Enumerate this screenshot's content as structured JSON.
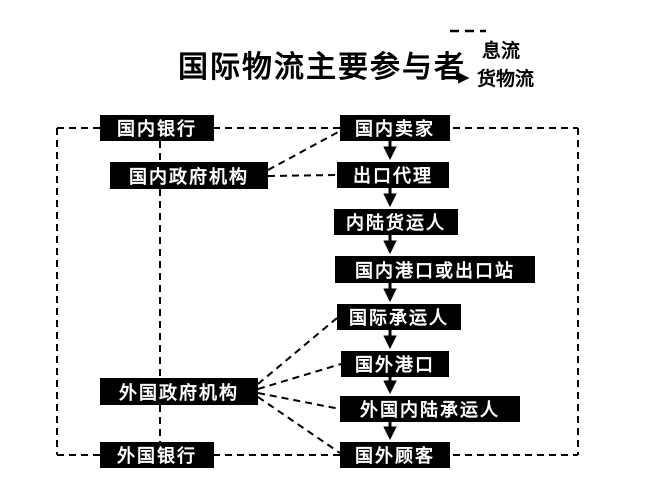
{
  "title": "国际物流主要参与者",
  "legend": {
    "info_flow_label": "息流",
    "goods_flow_label": "货物流"
  },
  "left_nodes": [
    {
      "label": "国内银行"
    },
    {
      "label": "国内政府机构"
    },
    {
      "label": "外国政府机构"
    },
    {
      "label": "外国银行"
    }
  ],
  "chain_nodes": [
    {
      "label": "国内卖家"
    },
    {
      "label": "出口代理"
    },
    {
      "label": "内陆货运人"
    },
    {
      "label": "国内港口或出口站"
    },
    {
      "label": "国际承运人"
    },
    {
      "label": "国外港口"
    },
    {
      "label": "外国内陆承运人"
    },
    {
      "label": "国外顾客"
    }
  ],
  "colors": {
    "node_bg": "#000000",
    "node_text": "#ffffff",
    "line": "#000000",
    "background": "#ffffff"
  }
}
